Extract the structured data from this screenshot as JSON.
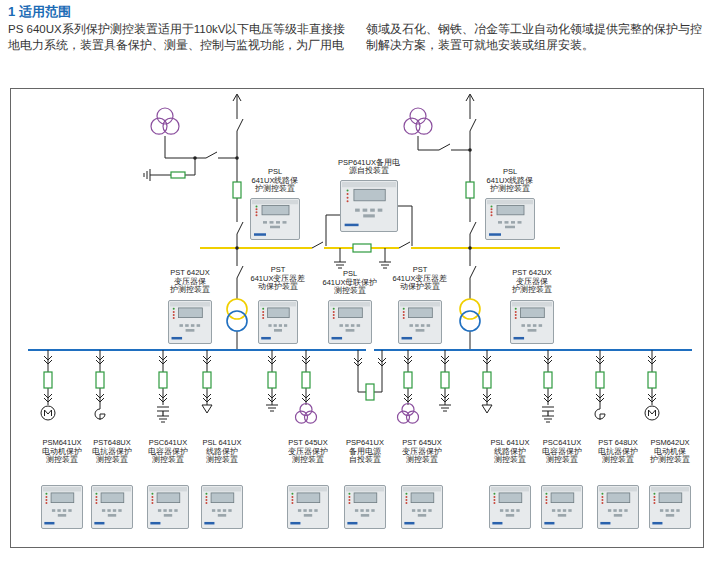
{
  "diagram": {
    "title": "1 适用范围",
    "nodes": [
      {
        "text": [
          "PSL 641UX线路保 护测控装置"
        ]
      },
      {
        "text": [
          "PSP641UX备用电 源自投装置"
        ]
      },
      {
        "text": [
          "PSL 641UX线路保 护测控装置"
        ]
      },
      {
        "text": [
          "PST 642UX 变压器保 护测控装置"
        ]
      },
      {
        "text": [
          "PST 641UX变压器差 动保护装置"
        ]
      },
      {
        "text": [
          "PSL 641UX母联保护 测控装置"
        ]
      },
      {
        "text": [
          "PST 641UX变压器差 动保护装置"
        ]
      },
      {
        "text": [
          "PST 642UX 变压器保 护测控装置"
        ]
      },
      {
        "text": [
          "PSM641UX 电动机保护 测控装置"
        ]
      },
      {
        "text": [
          "PST648UX 电抗器保护 测控装置"
        ]
      },
      {
        "text": [
          "PSC641UX 电容器保护 测控装置"
        ]
      },
      {
        "text": [
          "PSL 641UX 线路保护 测控装置"
        ]
      },
      {
        "text": [
          "PST 645UX 变压器保护 测控装置"
        ]
      },
      {
        "text": [
          "PSP641UX 备用电源 自投装置"
        ]
      },
      {
        "text": [
          "PST 645UX 变压器保护 测控装置"
        ]
      },
      {
        "text": [
          "PSL 641UX 线路保护 测控装置"
        ]
      },
      {
        "text": [
          "PSC641UX 电容器保护 测控装置"
        ]
      },
      {
        "text": [
          "PST 648UX 电抗器保护 测控装置"
        ]
      },
      {
        "text": [
          "PSM642UX 电动机保 护测控装置"
        ]
      }
    ],
    "labels": [
      "PS 640UX系列保护测控装置适用于110kV以下电压等级非直接接 地电力系统，装置具备保护、测量、控制与监视功能，为厂用电",
      "领域及石化、钢铁、冶金等工业自动化领域提供完整的保护与控 制解决方案，装置可就地安装或组屏安装。"
    ]
  }
}
